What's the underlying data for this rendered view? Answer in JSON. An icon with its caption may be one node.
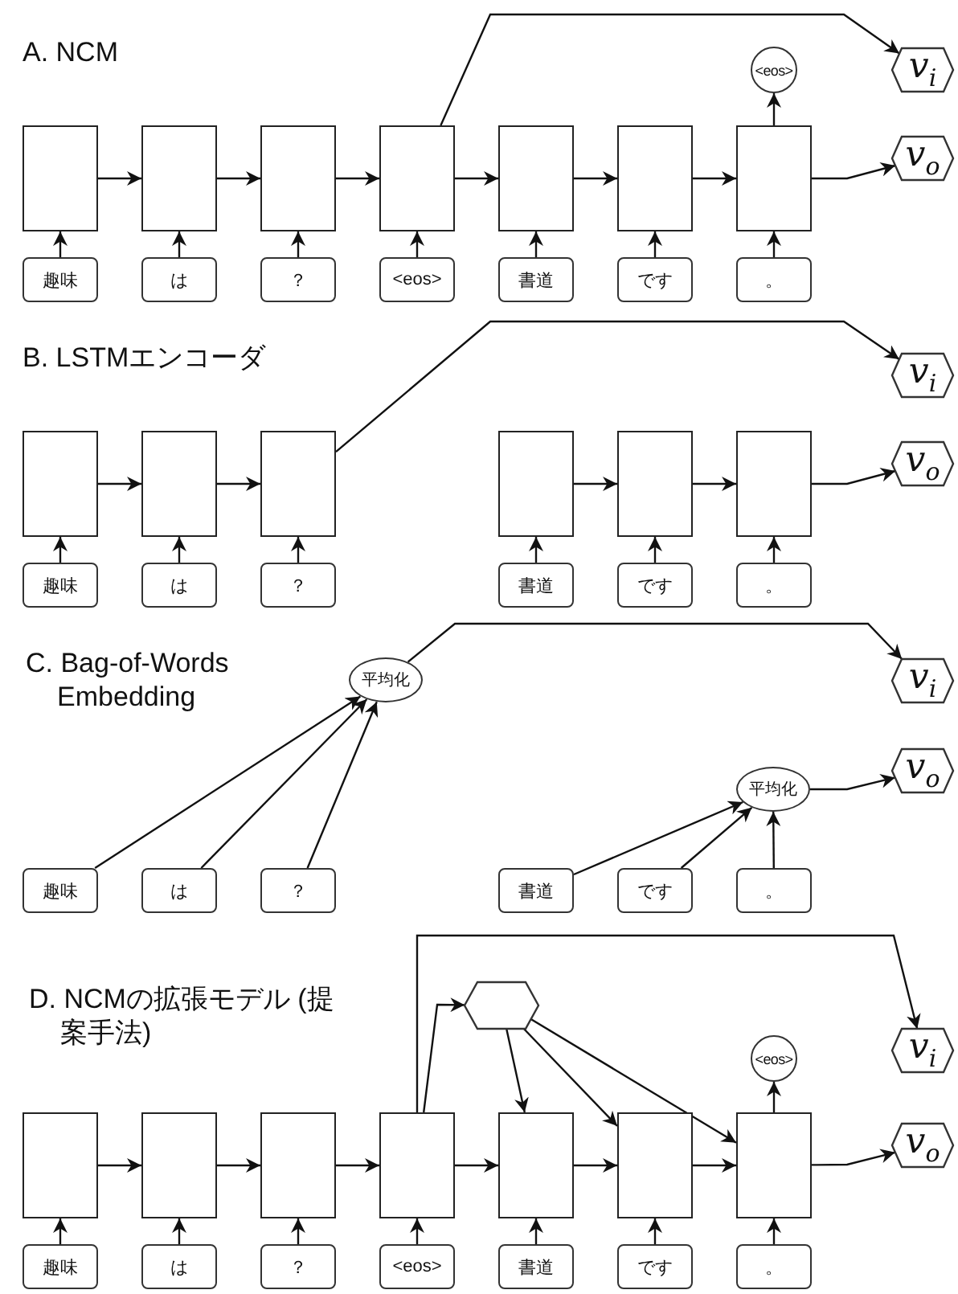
{
  "diagram": {
    "nodes": [
      {
        "text": [],
        "shape": "box"
      },
      {
        "text": [],
        "shape": "box"
      },
      {
        "text": [],
        "shape": "box"
      },
      {
        "text": [],
        "shape": "box"
      },
      {
        "text": [],
        "shape": "box"
      },
      {
        "text": [],
        "shape": "box"
      },
      {
        "text": [],
        "shape": "box"
      },
      {
        "text": [
          "趣味"
        ]
      },
      {
        "text": [
          "は"
        ]
      },
      {
        "text": [
          "？"
        ]
      },
      {
        "text": [
          "<eos>"
        ]
      },
      {
        "text": [
          "書道"
        ]
      },
      {
        "text": [
          "です"
        ]
      },
      {
        "text": [
          "。"
        ]
      },
      {
        "text": [
          "<eos>"
        ]
      },
      {
        "text": [
          "v$_{i}$"
        ]
      },
      {
        "text": [
          "v$_{o}$"
        ]
      },
      {
        "text": [],
        "shape": "box"
      },
      {
        "text": [],
        "shape": "box"
      },
      {
        "text": [],
        "shape": "box"
      },
      {
        "text": [],
        "shape": "box"
      },
      {
        "text": [],
        "shape": "box"
      },
      {
        "text": [],
        "shape": "box"
      },
      {
        "text": [
          "趣味"
        ]
      },
      {
        "text": [
          "は"
        ]
      },
      {
        "text": [
          "？"
        ]
      },
      {
        "text": [
          "書道"
        ]
      },
      {
        "text": [
          "です"
        ]
      },
      {
        "text": [
          "。"
        ]
      },
      {
        "text": [
          "v$_{i}$"
        ]
      },
      {
        "text": [
          "v$_{o}$"
        ]
      },
      {
        "text": [
          "平均化"
        ]
      },
      {
        "text": [
          "v$_{i}$"
        ]
      },
      {
        "text": [
          "平均化"
        ]
      },
      {
        "text": [
          "v$_{o}$"
        ]
      },
      {
        "text": [
          "趣味"
        ]
      },
      {
        "text": [
          "は"
        ]
      },
      {
        "text": [
          "？"
        ]
      },
      {
        "text": [
          "書道"
        ]
      },
      {
        "text": [
          "です"
        ]
      },
      {
        "text": [
          "。"
        ]
      },
      {
        "text": [],
        "shape": "hexagon"
      },
      {
        "text": [
          "v$_{i}$"
        ]
      },
      {
        "text": [
          "<eos>"
        ]
      },
      {
        "text": [
          "v$_{o}$"
        ]
      },
      {
        "text": [],
        "shape": "box"
      },
      {
        "text": [],
        "shape": "box"
      },
      {
        "text": [],
        "shape": "box"
      },
      {
        "text": [],
        "shape": "box"
      },
      {
        "text": [],
        "shape": "box"
      },
      {
        "text": [],
        "shape": "box"
      },
      {
        "text": [],
        "shape": "box"
      },
      {
        "text": [
          "趣味"
        ]
      },
      {
        "text": [
          "は"
        ]
      },
      {
        "text": [
          "？"
        ]
      },
      {
        "text": [
          "<eos>"
        ]
      },
      {
        "text": [
          "書道"
        ]
      },
      {
        "text": [
          "です"
        ]
      },
      {
        "text": [
          "。"
        ]
      }
    ],
    "edges": [
      {
        "from": 7,
        "to": 0,
        "arrow": "to"
      },
      {
        "from": 8,
        "to": 1,
        "arrow": "to"
      },
      {
        "from": 9,
        "to": 2,
        "arrow": "to"
      },
      {
        "from": 10,
        "to": 3,
        "arrow": "to"
      },
      {
        "from": 11,
        "to": 4,
        "arrow": "to"
      },
      {
        "from": 12,
        "to": 5,
        "arrow": "to"
      },
      {
        "from": 13,
        "to": 6,
        "arrow": "to"
      },
      {
        "from": 0,
        "to": 1,
        "arrow": "to"
      },
      {
        "from": 1,
        "to": 2,
        "arrow": "to"
      },
      {
        "from": 2,
        "to": 3,
        "arrow": "to"
      },
      {
        "from": 3,
        "to": 4,
        "arrow": "to"
      },
      {
        "from": 4,
        "to": 5,
        "arrow": "to"
      },
      {
        "from": 5,
        "to": 6,
        "arrow": "to"
      },
      {
        "from": 3,
        "to": 15,
        "arrow": "to"
      },
      {
        "from": 6,
        "to": 16,
        "arrow": "to"
      },
      {
        "from": 6,
        "to": 14,
        "arrow": "to"
      },
      {
        "from": 23,
        "to": 17,
        "arrow": "to"
      },
      {
        "from": 24,
        "to": 18,
        "arrow": "to"
      },
      {
        "from": 25,
        "to": 19,
        "arrow": "to"
      },
      {
        "from": 26,
        "to": 20,
        "arrow": "to"
      },
      {
        "from": 27,
        "to": 21,
        "arrow": "to"
      },
      {
        "from": 28,
        "to": 22,
        "arrow": "to"
      },
      {
        "from": 17,
        "to": 18,
        "arrow": "to"
      },
      {
        "from": 18,
        "to": 19,
        "arrow": "to"
      },
      {
        "from": 20,
        "to": 21,
        "arrow": "to"
      },
      {
        "from": 21,
        "to": 22,
        "arrow": "to"
      },
      {
        "from": 19,
        "to": 29,
        "arrow": "to"
      },
      {
        "from": 22,
        "to": 30,
        "arrow": "to"
      },
      {
        "from": 35,
        "to": 31,
        "arrow": "to"
      },
      {
        "from": 36,
        "to": 31,
        "arrow": "to"
      },
      {
        "from": 37,
        "to": 31,
        "arrow": "to"
      },
      {
        "from": 38,
        "to": 33,
        "arrow": "to"
      },
      {
        "from": 39,
        "to": 33,
        "arrow": "to"
      },
      {
        "from": 40,
        "to": 33,
        "arrow": "to"
      },
      {
        "from": 31,
        "to": 32,
        "arrow": "to"
      },
      {
        "from": 33,
        "to": 34,
        "arrow": "to"
      },
      {
        "from": 52,
        "to": 45,
        "arrow": "to"
      },
      {
        "from": 53,
        "to": 46,
        "arrow": "to"
      },
      {
        "from": 54,
        "to": 47,
        "arrow": "to"
      },
      {
        "from": 55,
        "to": 48,
        "arrow": "to"
      },
      {
        "from": 56,
        "to": 49,
        "arrow": "to"
      },
      {
        "from": 57,
        "to": 50,
        "arrow": "to"
      },
      {
        "from": 58,
        "to": 51,
        "arrow": "to"
      },
      {
        "from": 45,
        "to": 46,
        "arrow": "to"
      },
      {
        "from": 46,
        "to": 47,
        "arrow": "to"
      },
      {
        "from": 47,
        "to": 48,
        "arrow": "to"
      },
      {
        "from": 48,
        "to": 49,
        "arrow": "to"
      },
      {
        "from": 49,
        "to": 50,
        "arrow": "to"
      },
      {
        "from": 50,
        "to": 51,
        "arrow": "to"
      },
      {
        "from": 48,
        "to": 42,
        "arrow": "to"
      },
      {
        "from": 48,
        "to": 41,
        "arrow": "to"
      },
      {
        "from": 41,
        "to": 49,
        "arrow": "to"
      },
      {
        "from": 41,
        "to": 50,
        "arrow": "to"
      },
      {
        "from": 41,
        "to": 51,
        "arrow": "to"
      },
      {
        "from": 51,
        "to": 44,
        "arrow": "to"
      },
      {
        "from": 51,
        "to": 43,
        "arrow": "to"
      }
    ],
    "labels": [
      "A. NCM",
      "B. LSTMエンコーダ",
      "C. Bag-of-Words Embedding",
      "D. NCMの拡張モデル (提案手法)"
    ]
  }
}
